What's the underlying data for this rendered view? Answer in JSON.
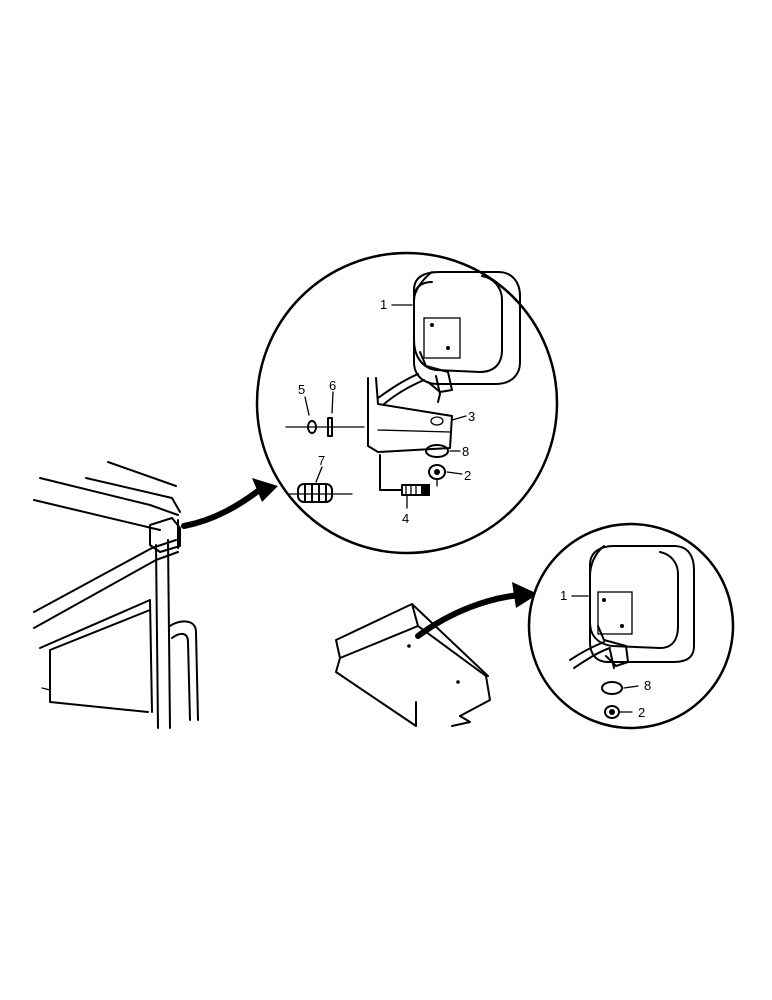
{
  "callouts": {
    "lamp_main": "1",
    "nut_main": "2",
    "bracket": "3",
    "bolt": "4",
    "washer_small": "5",
    "spacer": "6",
    "grommet": "7",
    "washer_main": "8",
    "lamp_detail": "1",
    "washer_detail": "8",
    "nut_detail": "2"
  }
}
